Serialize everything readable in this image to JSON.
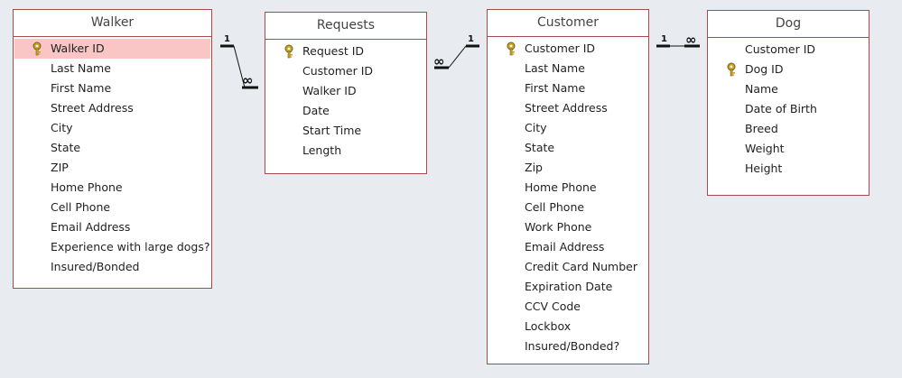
{
  "tables": {
    "walker": {
      "title": "Walker",
      "fields": [
        "Walker ID",
        "Last Name",
        "First Name",
        "Street Address",
        "City",
        "State",
        "ZIP",
        "Home Phone",
        "Cell Phone",
        "Email Address",
        "Experience with large dogs?",
        "Insured/Bonded"
      ]
    },
    "requests": {
      "title": "Requests",
      "fields": [
        "Request ID",
        "Customer ID",
        "Walker ID",
        "Date",
        "Start Time",
        "Length"
      ]
    },
    "customer": {
      "title": "Customer",
      "fields": [
        "Customer ID",
        "Last Name",
        "First Name",
        "Street Address",
        "City",
        "State",
        "Zip",
        "Home Phone",
        "Cell Phone",
        "Work Phone",
        "Email Address",
        "Credit Card Number",
        "Expiration Date",
        "CCV Code",
        "Lockbox",
        "Insured/Bonded?"
      ]
    },
    "dog": {
      "title": "Dog",
      "fields": [
        "Customer ID",
        "Dog ID",
        "Name",
        "Date of Birth",
        "Breed",
        "Weight",
        "Height"
      ]
    }
  },
  "relationships": [
    {
      "from": "Walker",
      "to": "Requests",
      "one_label": "1",
      "many_label": "∞"
    },
    {
      "from": "Customer",
      "to": "Requests",
      "one_label": "1",
      "many_label": "∞"
    },
    {
      "from": "Customer",
      "to": "Dog",
      "one_label": "1",
      "many_label": "∞"
    }
  ],
  "colors": {
    "border": "#a84a4a",
    "selected_row": "#f9c5c5",
    "background": "#e8ebef",
    "key_icon": "#c9a227"
  }
}
